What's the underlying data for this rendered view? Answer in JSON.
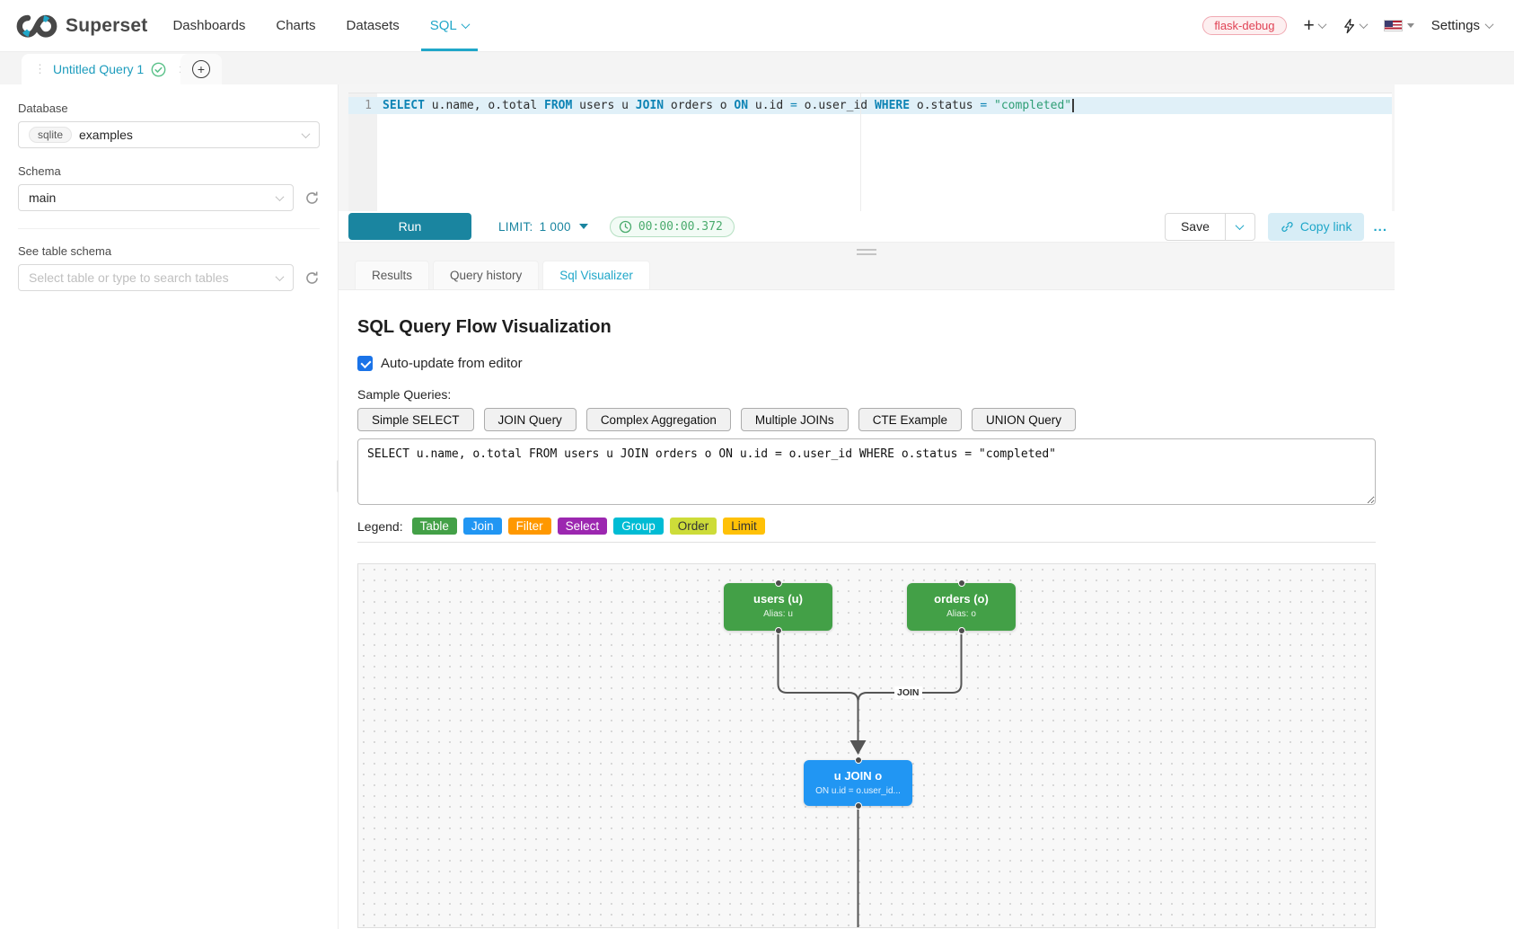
{
  "nav": {
    "brand": "Superset",
    "items": [
      {
        "label": "Dashboards"
      },
      {
        "label": "Charts"
      },
      {
        "label": "Datasets"
      },
      {
        "label": "SQL"
      }
    ],
    "env_badge": "flask-debug",
    "settings_label": "Settings"
  },
  "tabstrip": {
    "tab_title": "Untitled Query 1"
  },
  "sidebar": {
    "database_label": "Database",
    "database_engine": "sqlite",
    "database_value": "examples",
    "schema_label": "Schema",
    "schema_value": "main",
    "table_label": "See table schema",
    "table_placeholder": "Select table or type to search tables"
  },
  "editor": {
    "line_number": "1",
    "tokens": [
      {
        "c": "kw",
        "t": "SELECT"
      },
      {
        "c": "pl",
        "t": " u.name, o.total "
      },
      {
        "c": "kw",
        "t": "FROM"
      },
      {
        "c": "pl",
        "t": " users u "
      },
      {
        "c": "kw",
        "t": "JOIN"
      },
      {
        "c": "pl",
        "t": " orders o "
      },
      {
        "c": "kw",
        "t": "ON"
      },
      {
        "c": "pl",
        "t": " u.id "
      },
      {
        "c": "op",
        "t": "="
      },
      {
        "c": "pl",
        "t": " o.user_id "
      },
      {
        "c": "kw",
        "t": "WHERE"
      },
      {
        "c": "pl",
        "t": " o.status "
      },
      {
        "c": "op",
        "t": "="
      },
      {
        "c": "pl",
        "t": " "
      },
      {
        "c": "str",
        "t": "\"completed\""
      }
    ]
  },
  "toolbar": {
    "run_label": "Run",
    "limit_label": "LIMIT:",
    "limit_value": "1 000",
    "timer": "00:00:00.372",
    "save_label": "Save",
    "copy_link_label": "Copy link",
    "more_label": "..."
  },
  "result_tabs": [
    {
      "label": "Results"
    },
    {
      "label": "Query history"
    },
    {
      "label": "Sql Visualizer",
      "active": true
    }
  ],
  "visualizer": {
    "title": "SQL Query Flow Visualization",
    "auto_update_label": "Auto-update from editor",
    "auto_update_checked": true,
    "samples_label": "Sample Queries:",
    "sample_buttons": [
      "Simple SELECT",
      "JOIN Query",
      "Complex Aggregation",
      "Multiple JOINs",
      "CTE Example",
      "UNION Query"
    ],
    "query_text": "SELECT u.name, o.total FROM users u JOIN orders o ON u.id = o.user_id WHERE o.status = \"completed\"",
    "legend_label": "Legend:",
    "legend": [
      {
        "label": "Table",
        "color": "#43a047",
        "text_color": "#ffffff"
      },
      {
        "label": "Join",
        "color": "#2196f3",
        "text_color": "#ffffff"
      },
      {
        "label": "Filter",
        "color": "#ff9800",
        "text_color": "#ffffff"
      },
      {
        "label": "Select",
        "color": "#9c27b0",
        "text_color": "#ffffff"
      },
      {
        "label": "Group",
        "color": "#00bcd4",
        "text_color": "#ffffff"
      },
      {
        "label": "Order",
        "color": "#cddc39",
        "text_color": "#333333"
      },
      {
        "label": "Limit",
        "color": "#ffc107",
        "text_color": "#333333"
      }
    ],
    "flow": {
      "nodes": [
        {
          "id": "users",
          "title": "users (u)",
          "subtitle": "Alias: u",
          "color": "#43a047"
        },
        {
          "id": "orders",
          "title": "orders (o)",
          "subtitle": "Alias: o",
          "color": "#43a047"
        },
        {
          "id": "join",
          "title": "u JOIN o",
          "subtitle": "ON u.id = o.user_id...",
          "color": "#2196f3"
        }
      ],
      "edge_label": "JOIN"
    }
  },
  "colors": {
    "accent": "#20a7c9",
    "primary_dark": "#1a85a0",
    "success": "#5ac189",
    "danger": "#e04355",
    "keyword": "#0e84b5",
    "string": "#2e9e75",
    "edge": "#555555"
  }
}
